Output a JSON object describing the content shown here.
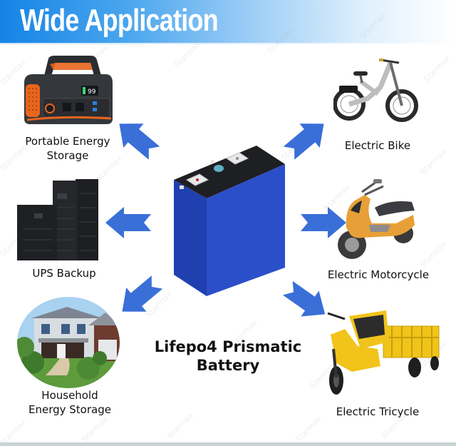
{
  "header": {
    "title": "Wide Application",
    "gradient_start": "#1583e6",
    "gradient_end": "#ffffff"
  },
  "center": {
    "product_name_line1": "Lifepo4 Prismatic",
    "product_name_line2": "Battery",
    "product_image": "blue-prismatic-battery-cell",
    "battery_color": "#2a4fc9"
  },
  "applications": [
    {
      "label_line1": "Portable Energy",
      "label_line2": "Storage",
      "icon": "portable-power-station"
    },
    {
      "label_line1": "UPS Backup",
      "label_line2": "",
      "icon": "ups-cabinet"
    },
    {
      "label_line1": "Household",
      "label_line2": "Energy Storage",
      "icon": "house"
    },
    {
      "label_line1": "Electric Bike",
      "label_line2": "",
      "icon": "electric-bike"
    },
    {
      "label_line1": "Electric Motorcycle",
      "label_line2": "",
      "icon": "electric-scooter"
    },
    {
      "label_line1": "Electric Tricycle",
      "label_line2": "",
      "icon": "electric-tricycle"
    }
  ],
  "arrows": {
    "color": "#3a6fd8",
    "directions": [
      "up-left",
      "left",
      "down-left",
      "up-right",
      "right",
      "down-right"
    ]
  },
  "watermark": "Starmax"
}
